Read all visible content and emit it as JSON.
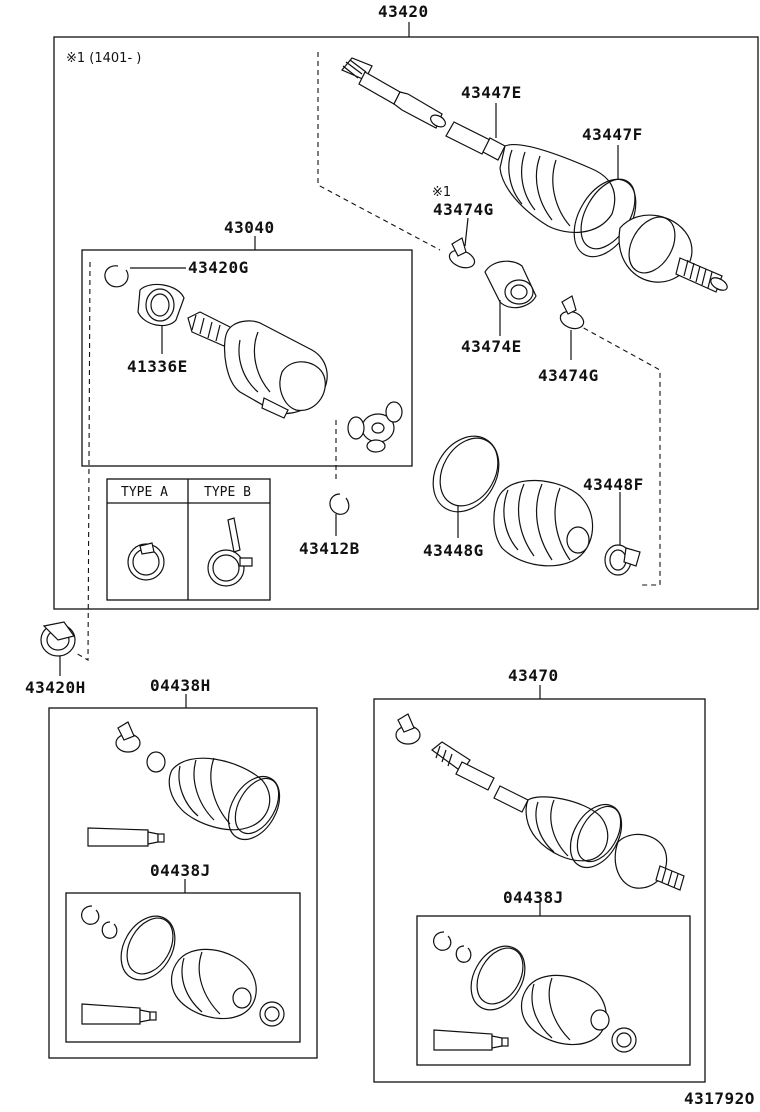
{
  "diagram": {
    "note": "※1 (1401-    )",
    "type_a": "TYPE A",
    "type_b": "TYPE B",
    "catalog_number": "431792O",
    "parts": {
      "p43420": "43420",
      "p43447E": "43447E",
      "p43447F": "43447F",
      "p43474G_top_mark": "※1",
      "p43474G_top": "43474G",
      "p43040": "43040",
      "p43420G": "43420G",
      "p41336E": "41336E",
      "p43474E": "43474E",
      "p43474G_bottom": "43474G",
      "p43448F": "43448F",
      "p43412B": "43412B",
      "p43448G": "43448G",
      "p43420H": "43420H",
      "p04438H": "04438H",
      "p04438J_left": "04438J",
      "p43470": "43470",
      "p04438J_right": "04438J"
    }
  }
}
